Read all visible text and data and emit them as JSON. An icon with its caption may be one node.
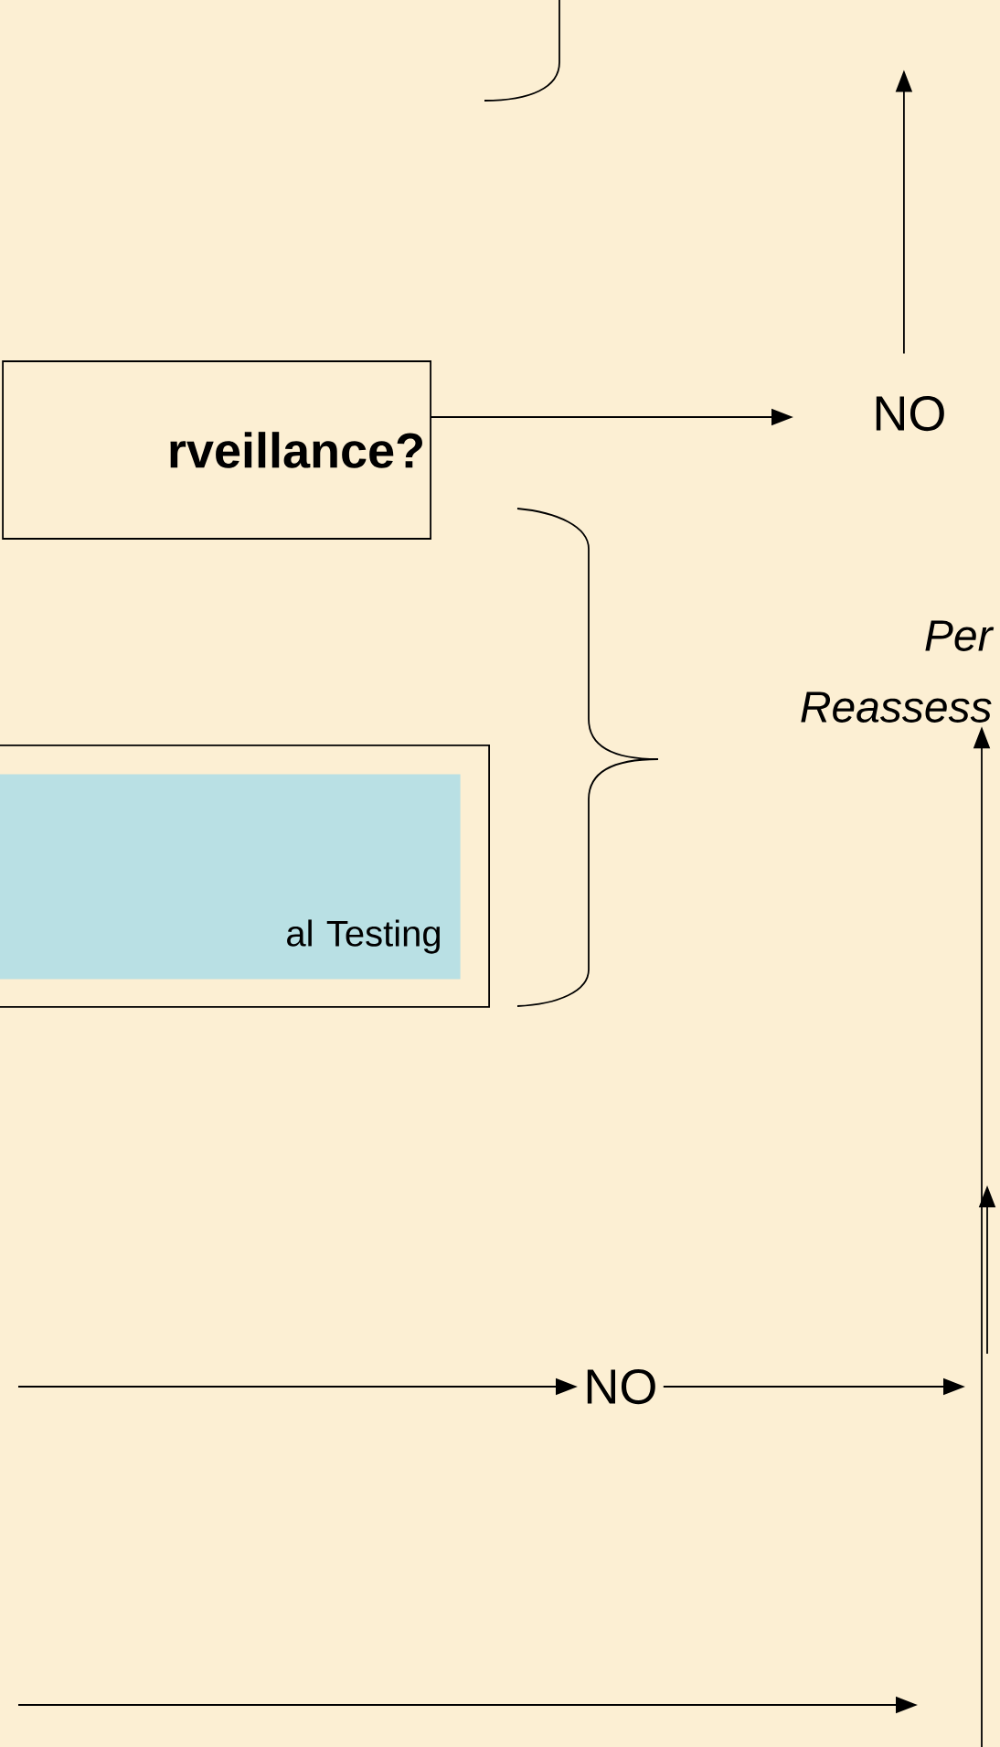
{
  "diagram": {
    "nodes": [
      {
        "text": [
          "rveillance?"
        ]
      },
      {
        "text": [
          "NO"
        ]
      },
      {
        "text": [],
        "shape": "box"
      },
      {
        "text": [
          "al Testing"
        ],
        "in": 2
      },
      {
        "text": [
          "Per Reassess"
        ]
      },
      {
        "text": [
          "NO"
        ]
      }
    ],
    "edges": [
      {
        "from": 0,
        "to": 1,
        "arrow": "to"
      },
      {
        "from": 1,
        "to": null,
        "arrow": "to"
      },
      {
        "from": null,
        "to": 5,
        "arrow": "to"
      },
      {
        "from": 5,
        "to": null,
        "arrow": "to"
      },
      {
        "from": null,
        "to": 4,
        "arrow": "to"
      }
    ]
  }
}
